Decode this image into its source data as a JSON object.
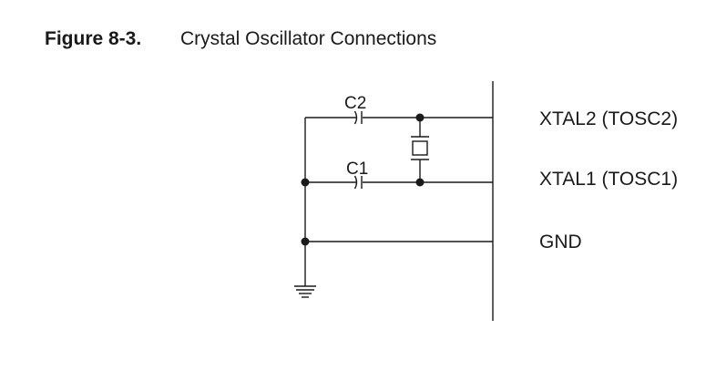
{
  "figure": {
    "number": "Figure 8-3.",
    "title": "Crystal Oscillator Connections"
  },
  "schematic": {
    "components": {
      "c2_label": "C2",
      "c1_label": "C1"
    },
    "pins": {
      "xtal2": "XTAL2 (TOSC2)",
      "xtal1": "XTAL1 (TOSC1)",
      "gnd": "GND"
    }
  },
  "colors": {
    "line": "#1a1a1a",
    "background": "#ffffff"
  }
}
